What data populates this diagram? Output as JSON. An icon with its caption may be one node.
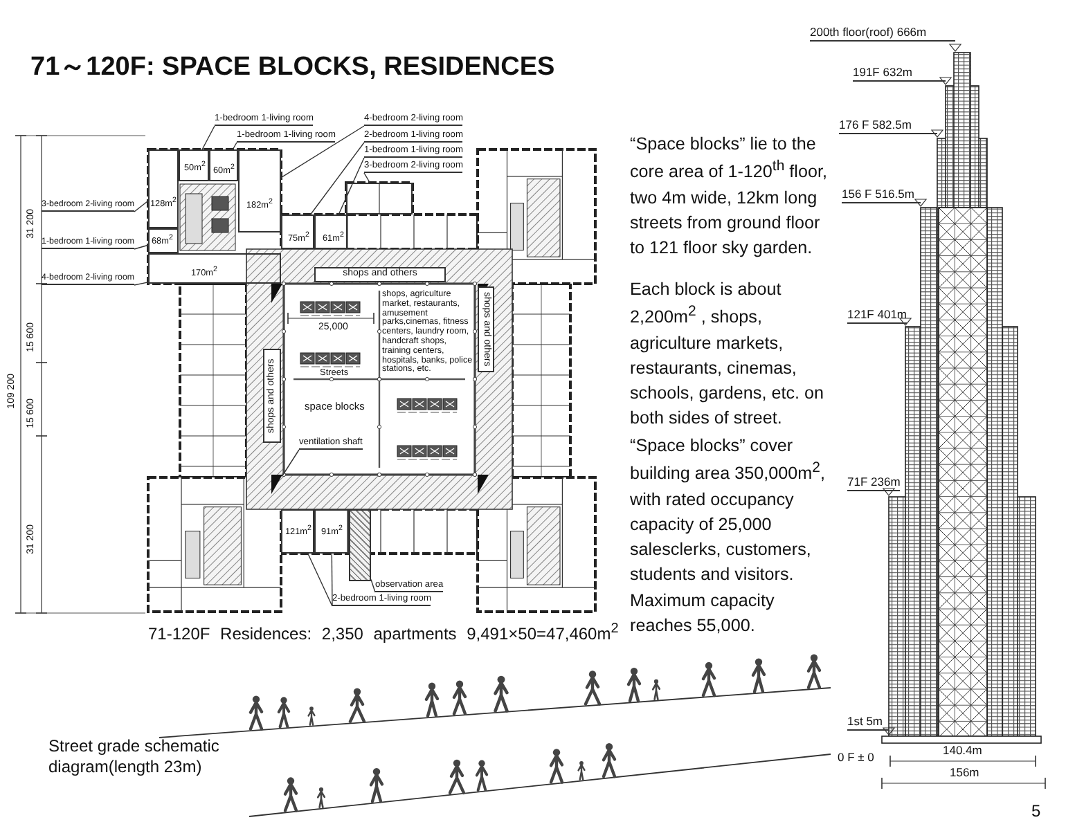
{
  "diagram": {
    "title": "71～120F: SPACE BLOCKS, RESIDENCES",
    "nodes": [
      {
        "text": [
          "shops and others"
        ]
      },
      {
        "text": [
          "shops and others"
        ]
      },
      {
        "text": [
          "shops and others"
        ]
      },
      {
        "text": [
          "1-bedroom 1-living room"
        ]
      },
      {
        "text": [
          "1-bedroom 1-living room"
        ]
      },
      {
        "text": [
          "4-bedroom 2-living room"
        ]
      },
      {
        "text": [
          "2-bedroom 1-living room"
        ]
      },
      {
        "text": [
          "1-bedroom 1-living room"
        ]
      },
      {
        "text": [
          "3-bedroom 2-living room"
        ]
      },
      {
        "text": [
          "3-bedroom 2-living room"
        ]
      },
      {
        "text": [
          "1-bedroom 1-living room"
        ]
      },
      {
        "text": [
          "4-bedroom 2-living room"
        ]
      },
      {
        "text": [
          "ventilation shaft"
        ]
      },
      {
        "text": [
          "observation area"
        ]
      },
      {
        "text": [
          "2-bedroom 1-living room"
        ]
      },
      {
        "text": [
          "50m$^{2}$"
        ]
      },
      {
        "text": [
          "60m$^{2}$"
        ]
      },
      {
        "text": [
          "128m$^{2}$"
        ]
      },
      {
        "text": [
          "182m$^{2}$"
        ]
      },
      {
        "text": [
          "68m$^{2}$"
        ]
      },
      {
        "text": [
          "170m$^{2}$"
        ]
      },
      {
        "text": [
          "75m$^{2}$"
        ]
      },
      {
        "text": [
          "61m$^{2}$"
        ]
      },
      {
        "text": [],
        "shape": "box"
      },
      {
        "text": [],
        "shape": "triangle"
      },
      {
        "text": [],
        "shape": "box"
      },
      {
        "text": [
          "121m$^{2}$"
        ]
      },
      {
        "text": [
          "91m$^{2}$"
        ]
      }
    ],
    "edges": [
      {
        "from": 3,
        "to": 15,
        "arrow": "none"
      },
      {
        "from": 4,
        "to": 16,
        "arrow": "none"
      },
      {
        "from": 5,
        "to": 18,
        "arrow": "none"
      },
      {
        "from": 6,
        "to": 21,
        "arrow": "none"
      },
      {
        "from": 7,
        "to": 22,
        "arrow": "none"
      },
      {
        "from": 8,
        "to": 23,
        "arrow": "none"
      },
      {
        "from": 9,
        "to": 17,
        "arrow": "none"
      },
      {
        "from": 10,
        "to": 19,
        "arrow": "none"
      },
      {
        "from": 11,
        "to": 20,
        "arrow": "none"
      },
      {
        "from": 12,
        "to": 24,
        "arrow": "none"
      },
      {
        "from": 13,
        "to": 25,
        "arrow": "none"
      },
      {
        "from": 14,
        "to": 26,
        "arrow": "none"
      },
      {
        "from": 14,
        "to": 27,
        "arrow": "none"
      }
    ],
    "labels": [
      "31 200",
      "15 600",
      "15 600",
      "31 200",
      "109 200",
      "25,000",
      "shops, agriculture market, restaurants, amusement parks,cinemas, fitness centers, laundry room, handcraft shops, training centers, hospitals, banks, police stations, etc.",
      "Streets",
      "space blocks",
      "71-120F Residences: 2,350 apartments 9,491×50=47,460m$^{2}$",
      "“Space blocks” lie to the core area of 1-120$^{th}$ floor, two 4m wide, 12km long streets from ground floor to 121 floor sky garden.",
      "Each block is about 2,200m$^{2}$ , shops, agriculture markets, restaurants, cinemas, schools, gardens, etc. on both sides of street.",
      "“Space blocks” cover building area 350,000m$^{2}$, with rated occupancy capacity  of 25,000 salesclerks, customers, students and visitors. Maximum capacity reaches 55,000.",
      "200th floor(roof) 666m",
      "191F 632m",
      "176 F 582.5m",
      "156 F 516.5m",
      "121F 401m",
      "71F 236m",
      "1st 5m",
      "0 F ± 0",
      "140.4m",
      "156m",
      "Street grade schematic diagram(length 23m)",
      "5"
    ]
  }
}
